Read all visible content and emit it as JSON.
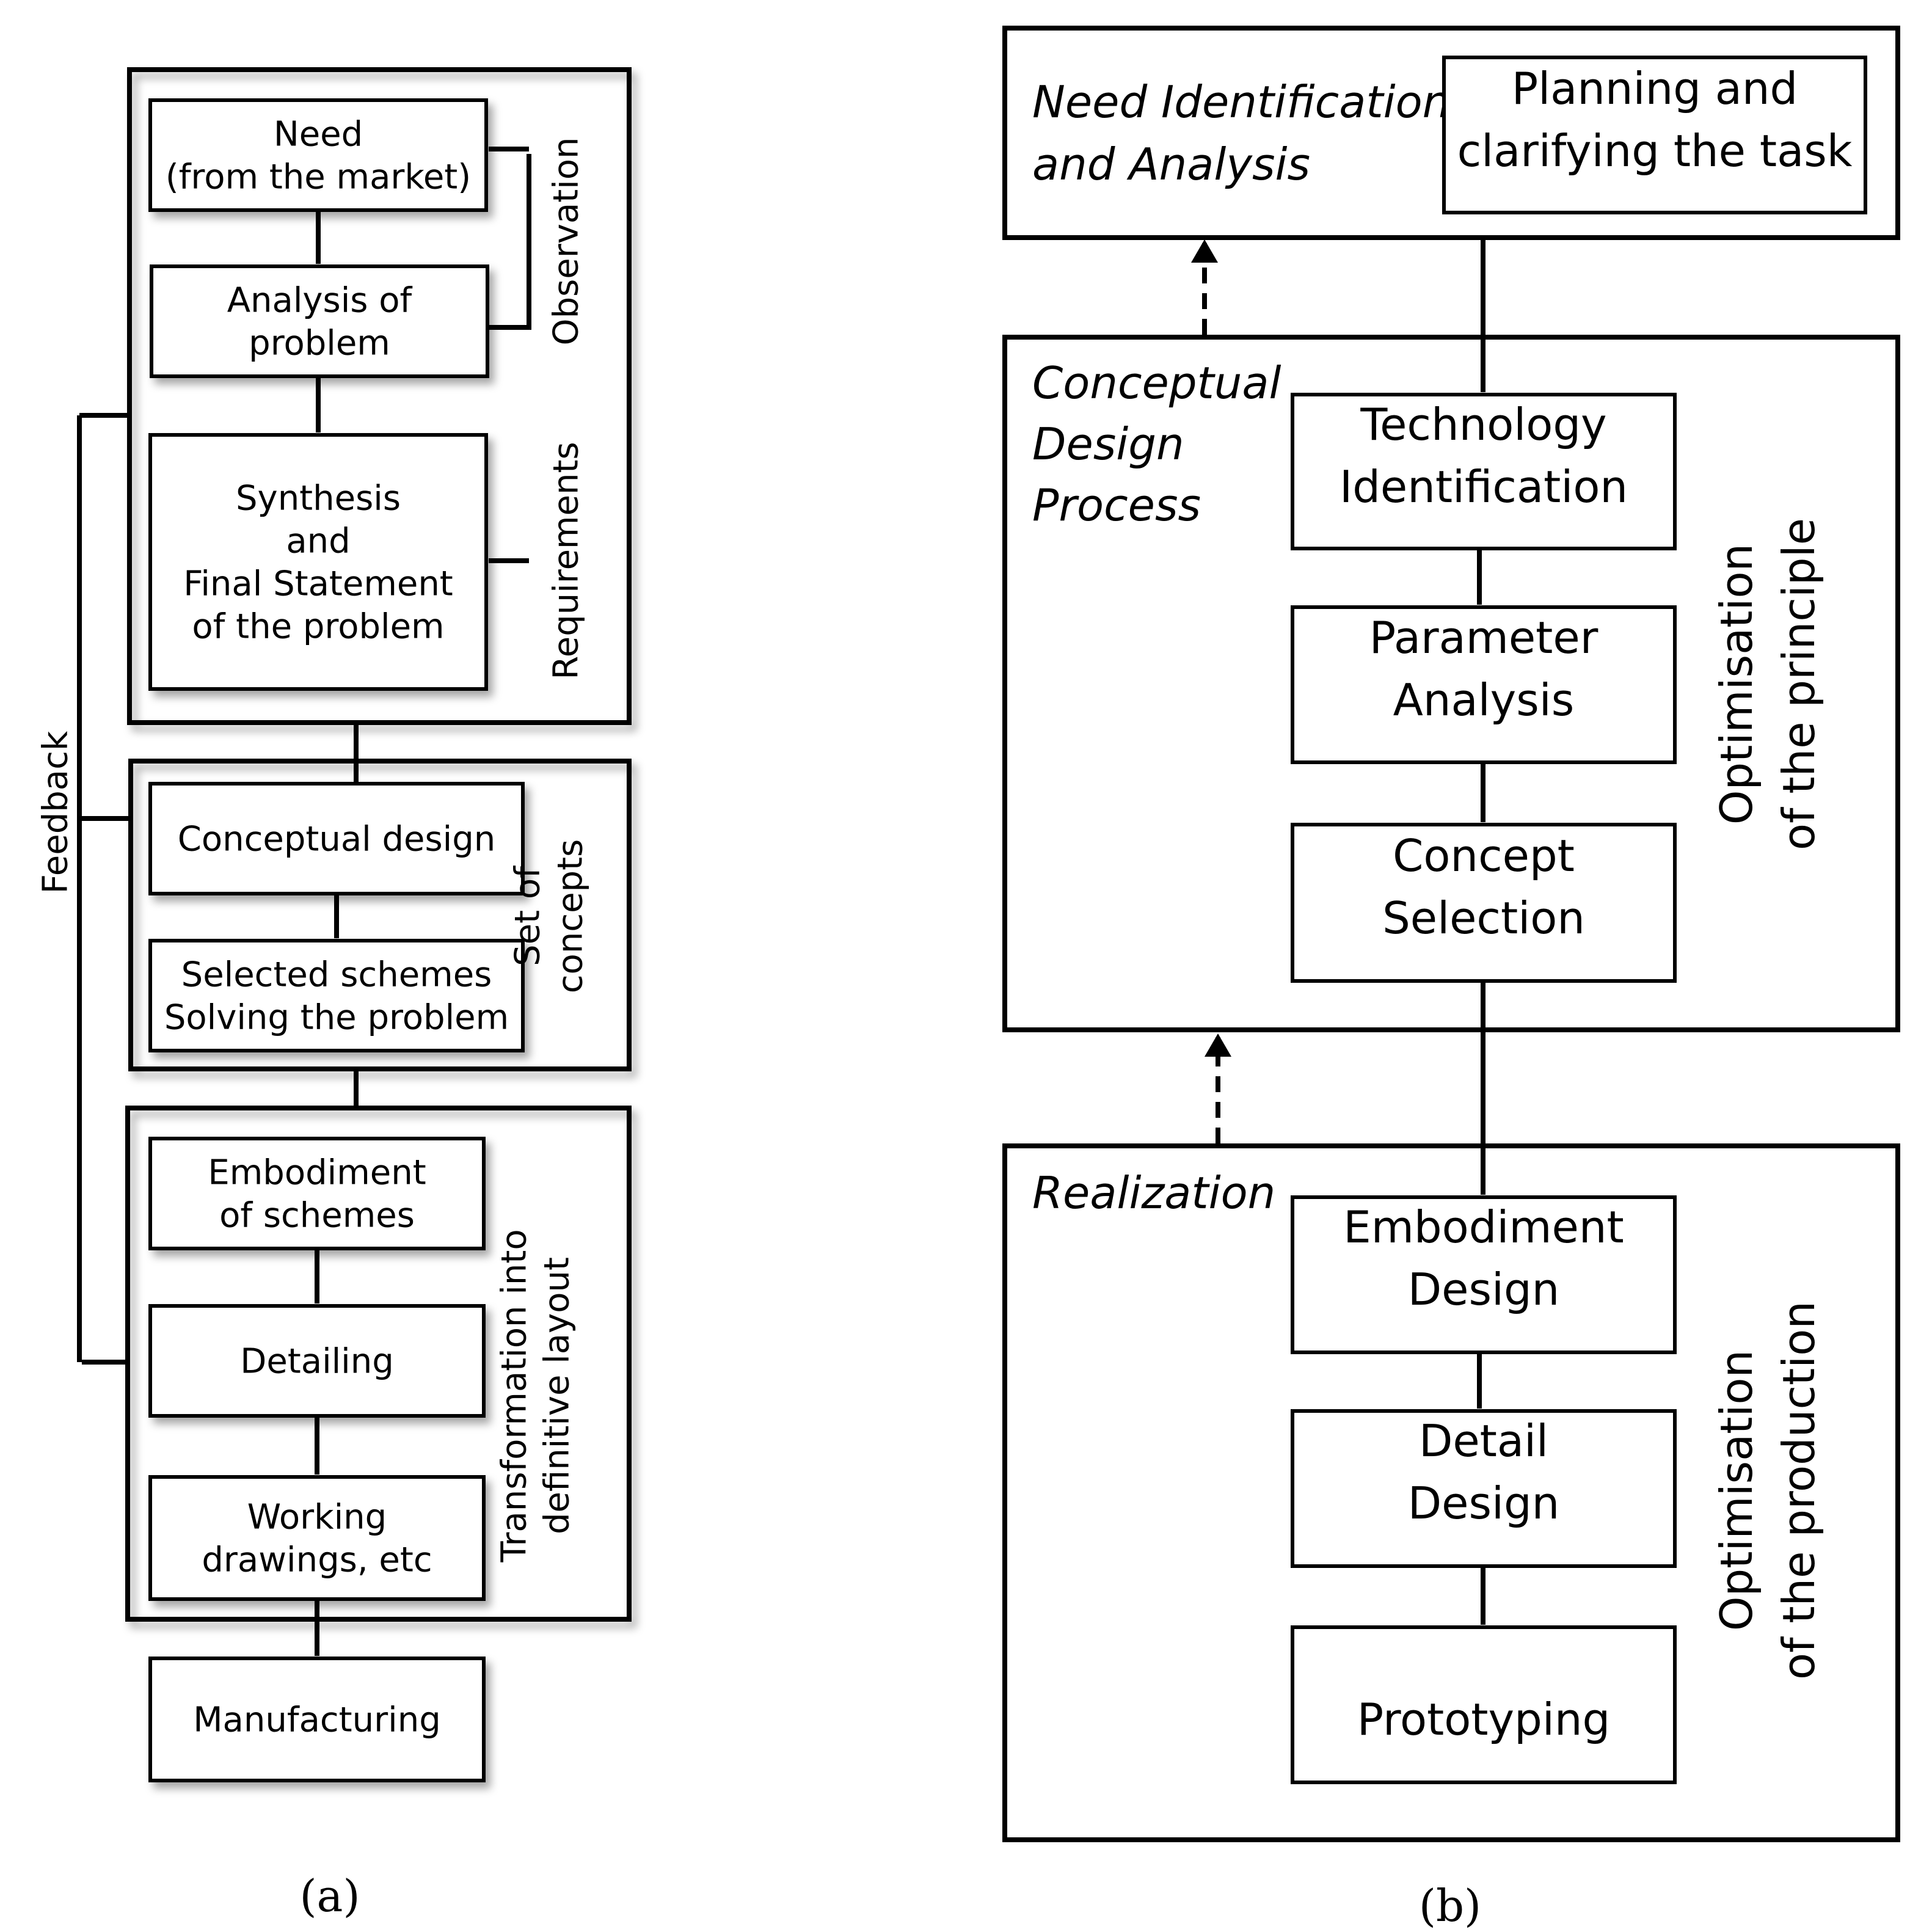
{
  "panel_a": {
    "caption": "(a)",
    "boxes": {
      "need": [
        "Need",
        "(from the market)"
      ],
      "analysis": [
        "Analysis of",
        "problem"
      ],
      "synthesis": [
        "Synthesis",
        "and",
        "Final Statement",
        "of the problem"
      ],
      "conceptual": [
        "Conceptual design"
      ],
      "selected": [
        "Selected schemes",
        "Solving the problem"
      ],
      "embodiment": [
        "Embodiment",
        "of schemes"
      ],
      "detailing": [
        "Detailing"
      ],
      "working": [
        "Working",
        "drawings, etc"
      ],
      "manufacturing": [
        "Manufacturing"
      ]
    },
    "side_labels": {
      "observation": [
        "Observation"
      ],
      "requirements": [
        "Requirements"
      ],
      "set_of_concepts": [
        "Set of",
        "concepts"
      ],
      "transformation": [
        "Transformation into",
        "definitive layout"
      ],
      "feedback": [
        "Feedback"
      ]
    }
  },
  "panel_b": {
    "caption": "(b)",
    "frames": {
      "need": [
        "Need Identification",
        "and Analysis"
      ],
      "conceptual": [
        "Conceptual",
        "Design",
        "Process"
      ],
      "realization": [
        "Realization"
      ]
    },
    "boxes": {
      "planning": [
        "Planning and",
        "clarifying the task"
      ],
      "technology": [
        "Technology",
        "Identification"
      ],
      "parameter": [
        "Parameter",
        "Analysis"
      ],
      "concept": [
        "Concept",
        "Selection"
      ],
      "embodiment": [
        "Embodiment",
        "Design"
      ],
      "detail": [
        "Detail",
        "Design"
      ],
      "prototyping": [
        "Prototyping"
      ]
    },
    "side_labels": {
      "principle": [
        "Optimisation",
        "of the principle"
      ],
      "production": [
        "Optimisation",
        "of the production"
      ]
    }
  }
}
